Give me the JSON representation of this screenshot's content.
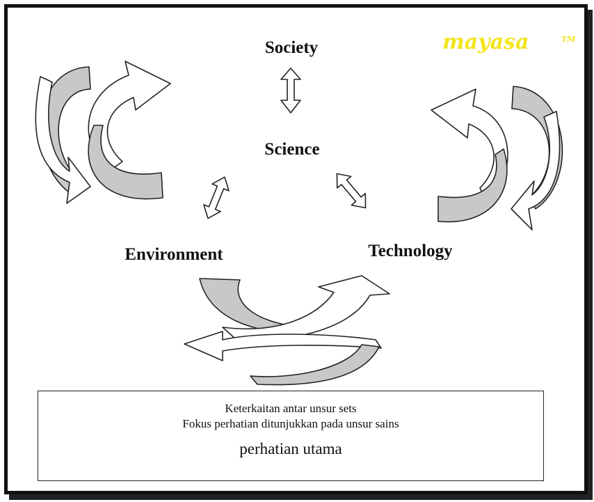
{
  "nodes": {
    "society": "Society",
    "science": "Science",
    "environment": "Environment",
    "technology": "Technology"
  },
  "watermark": "mayasa",
  "watermark_tm": "TM",
  "caption": {
    "line1": "Keterkaitan antar unsur sets",
    "line2": "Fokus perhatian ditunjukkan pada unsur sains",
    "line3": "perhatian utama"
  },
  "colors": {
    "arrow_fill_gray": "#c8c8c8",
    "arrow_fill_white": "#ffffff",
    "stroke": "#222222",
    "watermark": "#f2e51c"
  }
}
